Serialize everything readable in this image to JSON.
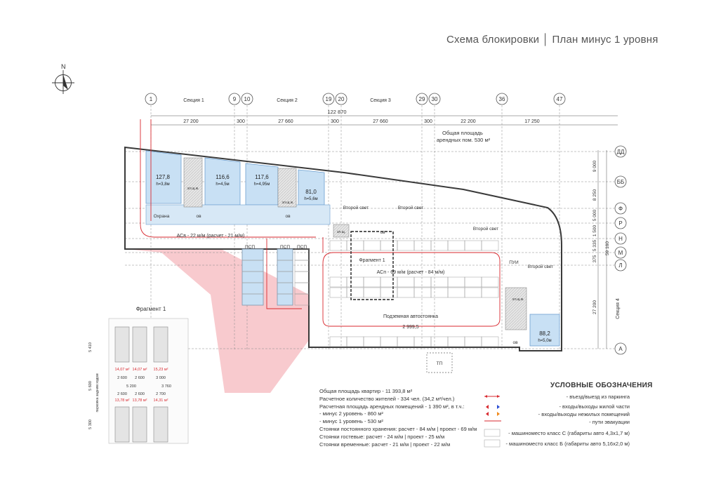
{
  "header": {
    "title": "Схема блокировки │ План минус 1 уровня"
  },
  "compass": {
    "label": "N"
  },
  "axes": {
    "columns": [
      "1",
      "9",
      "10",
      "19",
      "20",
      "29",
      "30",
      "36",
      "47"
    ],
    "rows": [
      "ДД",
      "ББ",
      "Ф",
      "Р",
      "Н",
      "М",
      "Л",
      "А"
    ],
    "sections": [
      "Секция 1",
      "Секция 2",
      "Секция 3",
      "Секция 4"
    ]
  },
  "dimensions": {
    "total": "122 870",
    "top": [
      "27 200",
      "300",
      "27 660",
      "300",
      "27 660",
      "300",
      "22 200",
      "17 250"
    ],
    "right": [
      "9 000",
      "8 250",
      "5 000",
      "1 500",
      "5 335",
      "375",
      "27 200"
    ],
    "right_total": "59 160",
    "bottom_label": "2 999,5"
  },
  "rental_area_note": "Общая площадь арендных пом. 530 м²",
  "rooms": [
    {
      "area": "127,8",
      "height": "h=3,8м"
    },
    {
      "area": "116,6",
      "height": "h=4,5м"
    },
    {
      "area": "117,6",
      "height": "h=4,95м"
    },
    {
      "area": "81,0",
      "height": "h=5,6м"
    },
    {
      "area": "88,2",
      "height": "h=5,0м"
    }
  ],
  "labels": {
    "security": "Охрана",
    "ov": "ов",
    "elshch": "эл.щ.",
    "elshchzh": "эл.щ.ж.",
    "second_light": "Второй свет",
    "psp": "ПСП",
    "puy": "ПУИ",
    "tp": "ТП",
    "fragment": "Фрагмент 1",
    "parking": "Подземная автостоянка",
    "acv": "АСв - 22 м/м (расчет - 21 м/м)",
    "acp": "АСп - 69 м/м (расчет - 84 м/м)"
  },
  "fragment": {
    "title": "Фрагмент 1",
    "areas_top": [
      "14,07 м²",
      "14,07 м²",
      "15,23 м²"
    ],
    "dims_top": [
      "2 600",
      "2 600",
      "3 000"
    ],
    "dims_mid": [
      "5 200",
      "3 760"
    ],
    "dims_bot": [
      "2 600",
      "2 600",
      "2 700"
    ],
    "areas_bot": [
      "13,78 м²",
      "13,78 м²",
      "14,31 м²"
    ],
    "left_dims": [
      "5 410",
      "5 600",
      "5 300"
    ],
    "left_note": "парковка задним ходом"
  },
  "stats": [
    "Общая площадь квартир - 11 393,8 м²",
    "Расчетное количество жителей - 334 чел. (34,2 м²/чел.)",
    "Расчетная площадь арендных помещений - 1 390 м², в т.ч.:",
    "- минус 2 уровень - 860 м²",
    "- минус 1 уровень - 530 м²",
    "Стоянки постоянного хранения: расчет - 84 м/м | проект - 69 м/м",
    "Стоянки гостевые: расчет - 24 м/м | проект - 25 м/м",
    "Стоянки временные: расчет - 21 м/м | проект - 22 м/м"
  ],
  "legend": {
    "title": "УСЛОВНЫЕ ОБОЗНАЧЕНИЯ",
    "items": [
      "- въезд/выезд из паркинга",
      "- входы/выходы жилой части",
      "- входы/выходы нежилых помещений",
      "- пути эвакуации",
      "- машиноместо класс С (габариты авто 4,3х1,7 м)",
      "- машиноместо класс Б (габариты авто 5,16х2,0 м)"
    ]
  },
  "colors": {
    "blue_room": "#c8e0f4",
    "blue_stroke": "#6d9fd0",
    "pink": "#f7c1c5",
    "evac": "#d9292f",
    "wall": "#3a3a3a",
    "grid": "#8a8a8a"
  }
}
